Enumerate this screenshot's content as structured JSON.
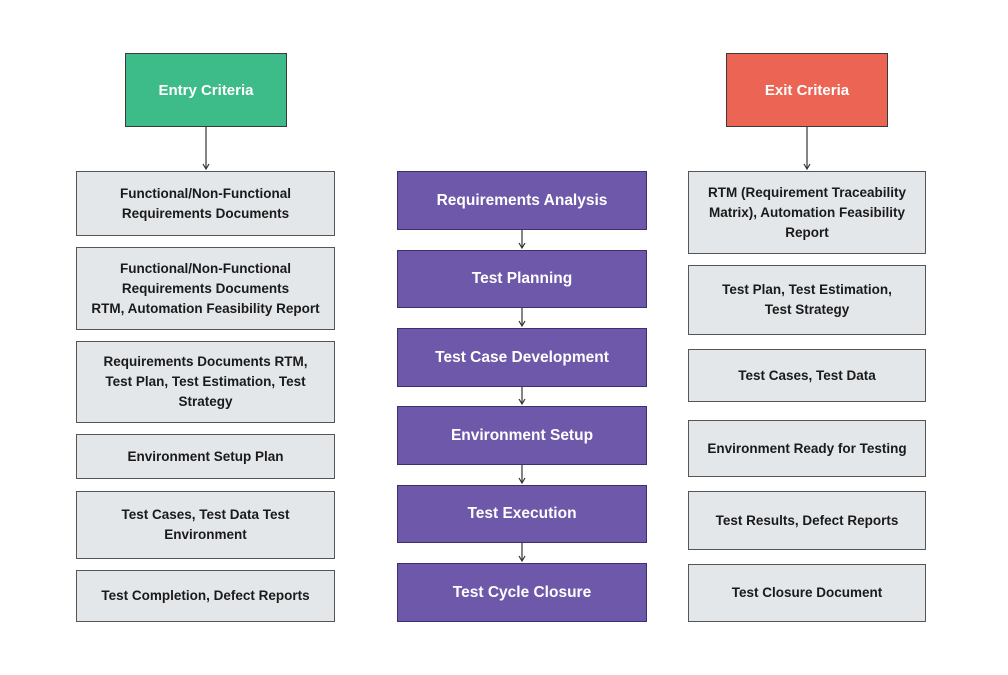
{
  "entry": {
    "title": "Entry Criteria",
    "items": [
      "Functional/Non-Functional\nRequirements Documents",
      "Functional/Non-Functional\nRequirements Documents\nRTM, Automation Feasibility Report",
      "Requirements Documents RTM,\nTest Plan, Test Estimation, Test\nStrategy",
      "Environment Setup Plan",
      "Test Cases, Test Data Test\nEnvironment",
      "Test Completion, Defect Reports"
    ]
  },
  "phases": [
    "Requirements Analysis",
    "Test Planning",
    "Test Case Development",
    "Environment Setup",
    "Test Execution",
    "Test Cycle Closure"
  ],
  "exit": {
    "title": "Exit Criteria",
    "items": [
      "RTM (Requirement Traceability\nMatrix), Automation Feasibility\nReport",
      "Test Plan, Test Estimation,\nTest Strategy",
      "Test Cases, Test Data",
      "Environment Ready for Testing",
      "Test Results, Defect Reports",
      "Test Closure Document"
    ]
  },
  "colors": {
    "entry_header": "#3dbb88",
    "exit_header": "#ec6554",
    "phase": "#6e58a9",
    "side_box": "#e4e7ea"
  }
}
